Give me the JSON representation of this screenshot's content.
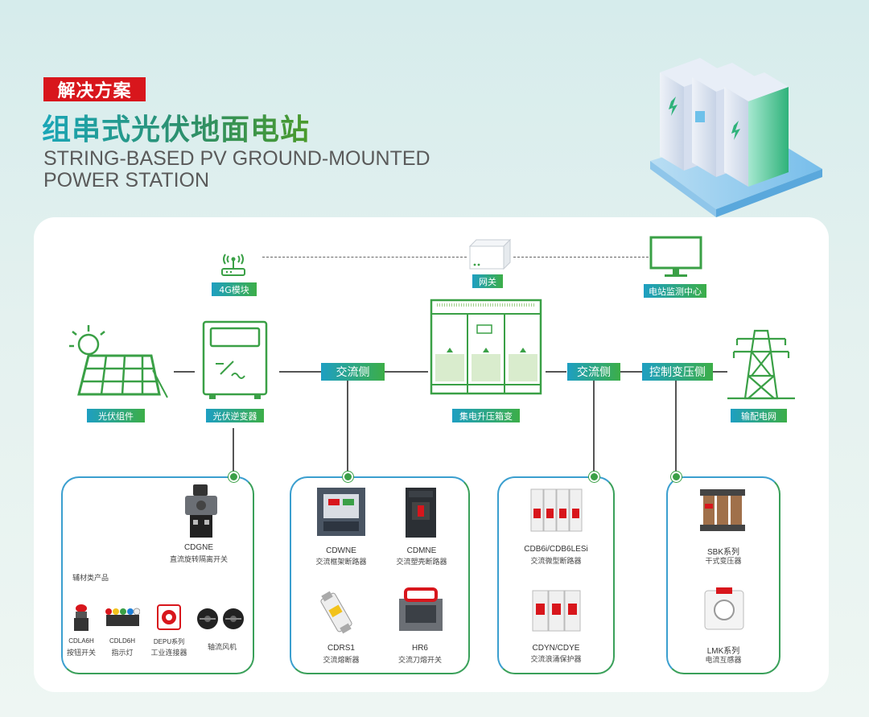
{
  "header": {
    "badge": "解决方案",
    "title": "组串式光伏地面电站",
    "subtitle_line1": "STRING-BASED PV GROUND-MOUNTED",
    "subtitle_line2": "POWER STATION"
  },
  "nodes": {
    "pv_module": "光伏组件",
    "inverter": "光伏逆变器",
    "module_4g": "4G模块",
    "gateway": "网关",
    "booster": "集电升压箱变",
    "monitor": "电站监测中心",
    "grid": "输配电网",
    "ac_side_1": "交流侧",
    "ac_side_2": "交流侧",
    "control_side": "控制变压侧"
  },
  "groups": {
    "group1": {
      "cdgne_name": "CDGNE",
      "cdgne_desc": "直流旋转隔离开关",
      "aux_label": "辅材类产品",
      "items": [
        {
          "name": "CDLA6H",
          "desc": "按钮开关"
        },
        {
          "name": "CDLD6H",
          "desc": "指示灯"
        },
        {
          "name": "DEPU系列",
          "desc": "工业连接器"
        },
        {
          "name": "",
          "desc": "轴流风机"
        }
      ]
    },
    "group2": {
      "items": [
        {
          "name": "CDWNE",
          "desc": "交流框架断路器"
        },
        {
          "name": "CDMNE",
          "desc": "交流塑壳断路器"
        },
        {
          "name": "CDRS1",
          "desc": "交流熔断器"
        },
        {
          "name": "HR6",
          "desc": "交流刀熔开关"
        }
      ]
    },
    "group3": {
      "items": [
        {
          "name": "CDB6i/CDB6LESi",
          "desc": "交流微型断路器"
        },
        {
          "name": "CDYN/CDYE",
          "desc": "交流浪涌保护器"
        }
      ]
    },
    "group4": {
      "items": [
        {
          "name": "SBK系列",
          "desc": "干式变压器"
        },
        {
          "name": "LMK系列",
          "desc": "电流互感器"
        }
      ]
    }
  },
  "colors": {
    "accent_green": "#3aa046",
    "accent_blue": "#1e9fc2",
    "badge_red": "#d8161c"
  }
}
